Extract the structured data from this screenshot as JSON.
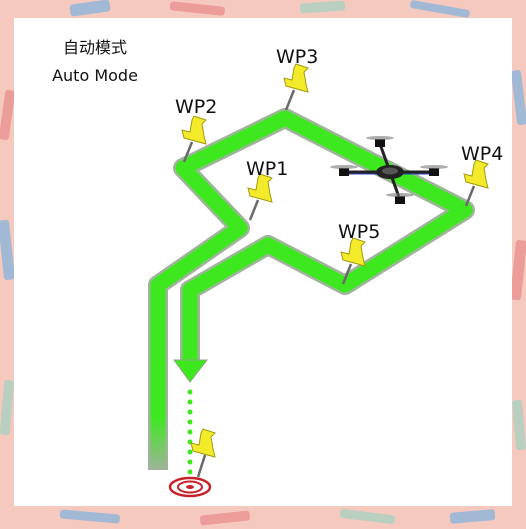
{
  "title_zh": "自动模式",
  "title_en": "Auto Mode",
  "waypoints": [
    {
      "id": "wp1",
      "label": "WP1"
    },
    {
      "id": "wp2",
      "label": "WP2"
    },
    {
      "id": "wp3",
      "label": "WP3"
    },
    {
      "id": "wp4",
      "label": "WP4"
    },
    {
      "id": "wp5",
      "label": "WP5"
    }
  ],
  "colors": {
    "path_green": "#3ee81f",
    "pin_yellow": "#f3ea2a",
    "background_frame": "#f6c9bf",
    "target_red": "#c8202a"
  },
  "icons": {
    "drone": "quadcopter-drone-icon",
    "pin": "push-pin-icon",
    "target": "landing-target-icon"
  }
}
